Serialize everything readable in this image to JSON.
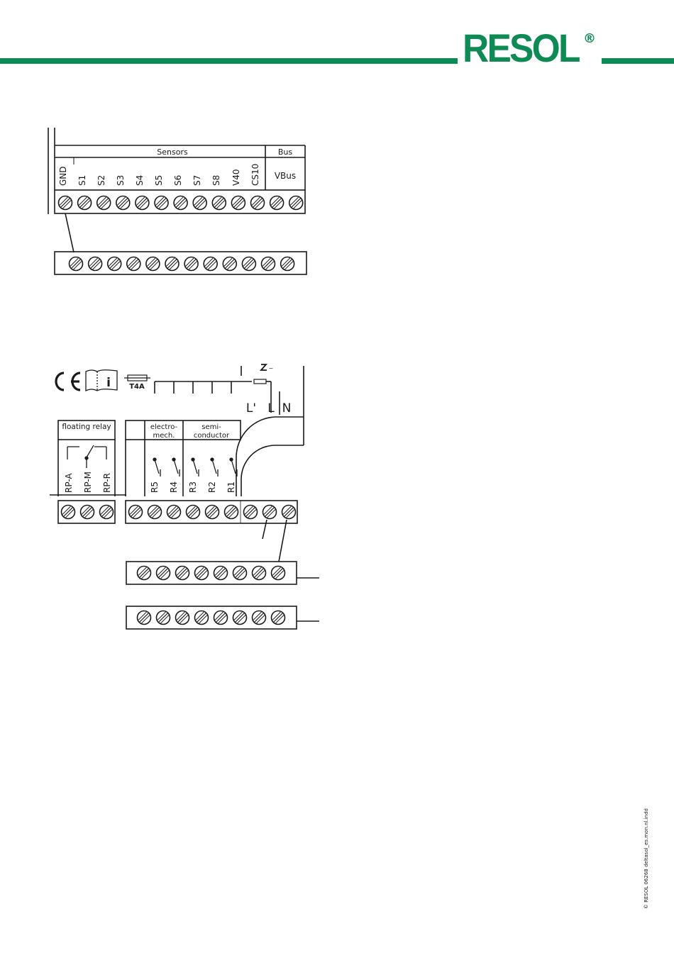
{
  "brand": {
    "name": "RESOL",
    "reg_mark": "®",
    "color": "#0e8a55"
  },
  "sensor_block": {
    "header_sensors": "Sensors",
    "header_bus": "Bus",
    "terminals": [
      "GND",
      "S1",
      "S2",
      "S3",
      "S4",
      "S5",
      "S6",
      "S7",
      "S8",
      "V40",
      "CS10"
    ],
    "bus_terminal": "VBus"
  },
  "power_block": {
    "fuse_label": "T4A",
    "mains_terminals": [
      "L'",
      "L",
      "N"
    ],
    "floating_relay_label": "floating relay",
    "floating_terminals": [
      "RP-A",
      "RP-M",
      "RP-R"
    ],
    "electromech_label_1": "electro-",
    "electromech_label_2": "mech.",
    "semiconductor_label_1": "semi-",
    "semiconductor_label_2": "conductor",
    "relay_terminals": [
      "R5",
      "R4",
      "R3",
      "R2",
      "R1"
    ],
    "info_icon_text": "i"
  },
  "footer": {
    "note": "© RESOL 06268 deltasol_es.mon.nl.indd"
  }
}
